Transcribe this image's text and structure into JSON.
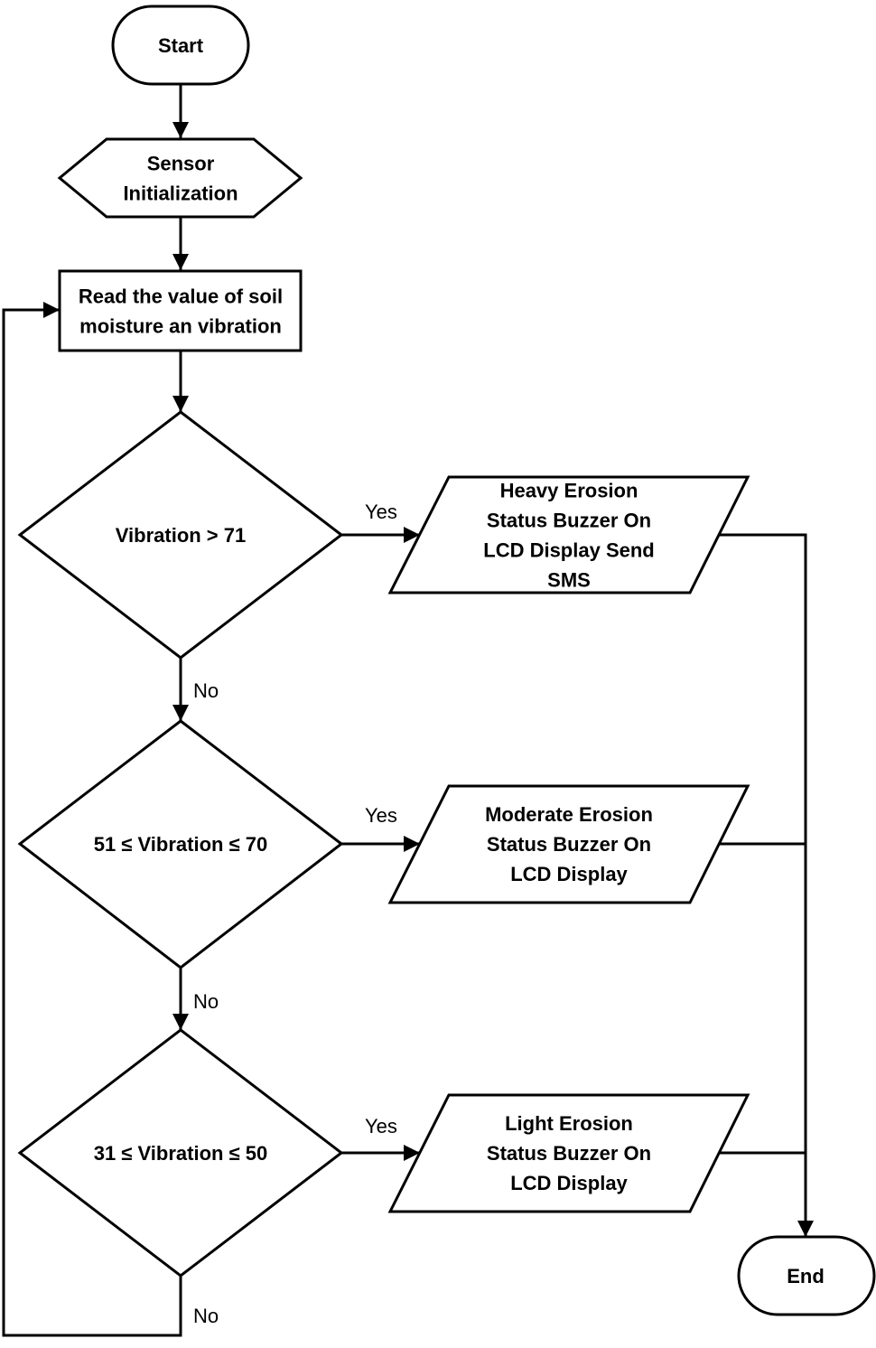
{
  "nodes": {
    "start": {
      "lines": [
        "Start"
      ]
    },
    "init": {
      "lines": [
        "Sensor",
        "Initialization"
      ]
    },
    "read": {
      "lines": [
        "Read the value of soil",
        "moisture an vibration"
      ]
    },
    "decision1": {
      "lines": [
        "Vibration > 71"
      ]
    },
    "decision2": {
      "lines": [
        "51 ≤  Vibration ≤ 70"
      ]
    },
    "decision3": {
      "lines": [
        "31 ≤ Vibration ≤ 50"
      ]
    },
    "heavy": {
      "lines": [
        "Heavy Erosion",
        "Status Buzzer On",
        "LCD Display Send",
        "SMS"
      ]
    },
    "moderate": {
      "lines": [
        "Moderate Erosion",
        "Status Buzzer On",
        "LCD Display"
      ]
    },
    "light": {
      "lines": [
        "Light Erosion",
        "Status Buzzer On",
        "LCD Display"
      ]
    },
    "end": {
      "lines": [
        "End"
      ]
    }
  },
  "edge_labels": {
    "yes1": "Yes",
    "yes2": "Yes",
    "yes3": "Yes",
    "no1": "No",
    "no2": "No",
    "no3": "No"
  },
  "colors": {
    "stroke": "#000000",
    "fill": "#ffffff",
    "text": "#000000"
  }
}
